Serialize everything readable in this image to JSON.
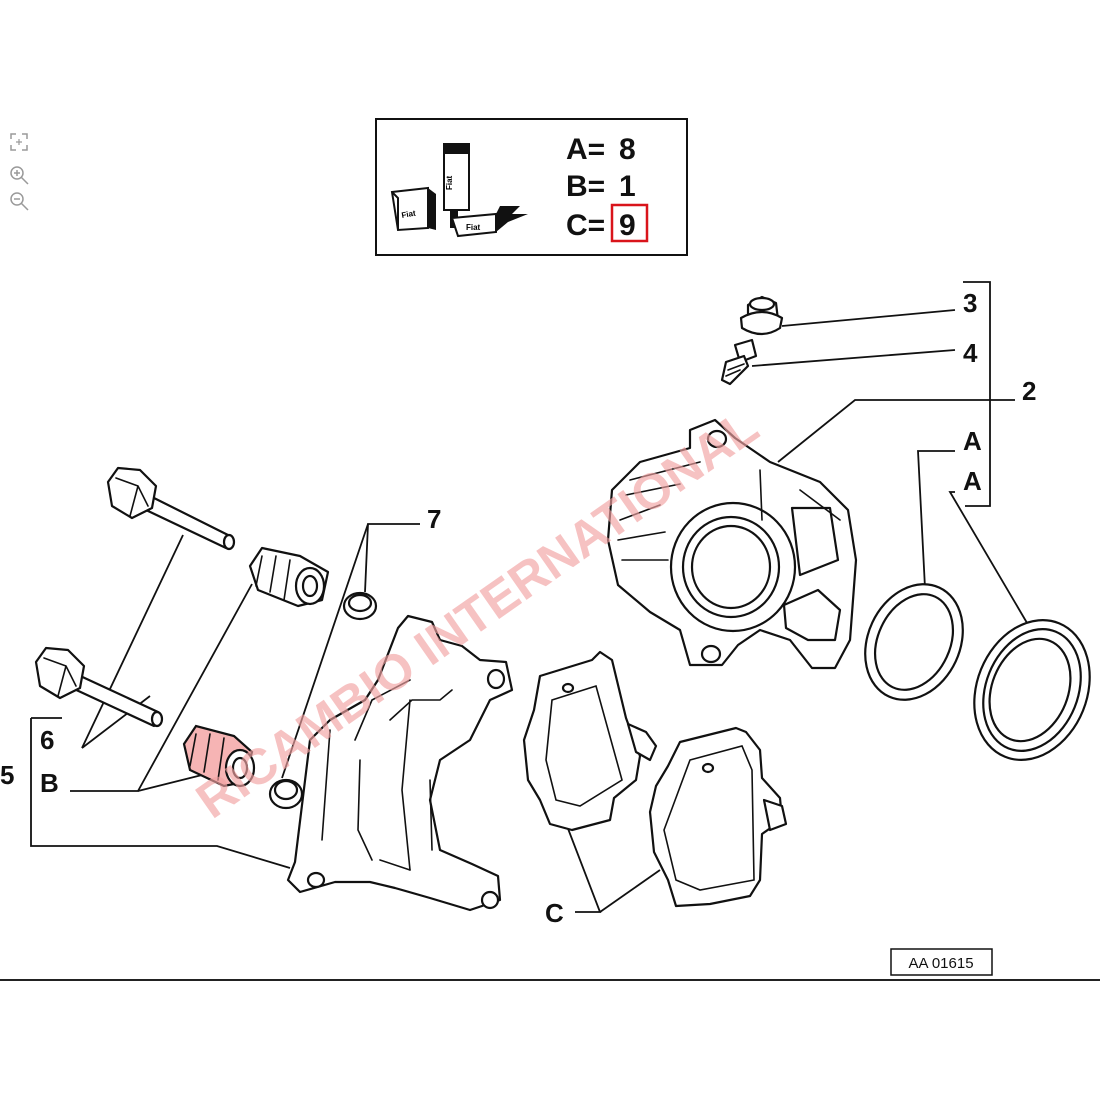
{
  "toolbar": {
    "items": [
      {
        "name": "fit-to-page-icon"
      },
      {
        "name": "zoom-in-icon"
      },
      {
        "name": "zoom-out-icon"
      }
    ]
  },
  "legend": {
    "lines": [
      {
        "key": "A=",
        "value": "8"
      },
      {
        "key": "B=",
        "value": "1"
      },
      {
        "key": "C=",
        "value": "9",
        "highlighted": true
      }
    ],
    "highlight_color": "#d9141b",
    "icon": "fiat-parts-kit-icon",
    "box_texts": [
      "Fiat",
      "Fiat",
      "Fiat"
    ]
  },
  "labels": {
    "l3": "3",
    "l4": "4",
    "l2": "2",
    "lA1": "A",
    "lA2": "A",
    "l7": "7",
    "l6": "6",
    "l5": "5",
    "lB": "B",
    "lC": "C"
  },
  "watermark": {
    "text": "RICAMBIO INTERNATIONAL",
    "color": "#f2a2a2"
  },
  "figure_code": "AA 01615"
}
